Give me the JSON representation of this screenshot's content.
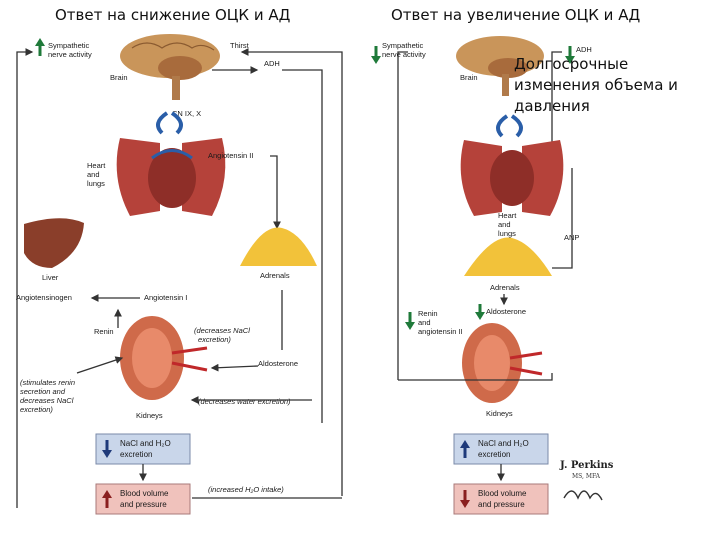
{
  "headers": {
    "left": "Ответ на снижение ОЦК и АД",
    "right": "Ответ на увеличение ОЦК и АД"
  },
  "left_panel": {
    "sympathetic": [
      "Sympathetic",
      "nerve activity"
    ],
    "thirst": "Thirst",
    "adh": "ADH",
    "brain": "Brain",
    "cn": "CN IX, X",
    "angiotensin_ii": "Angiotensin II",
    "heart_lungs": [
      "Heart",
      "and",
      "lungs"
    ],
    "adrenals": "Adrenals",
    "liver": "Liver",
    "angiotensinogen": "Angiotensinogen",
    "angiotensin_i": "Angiotensin I",
    "renin": "Renin",
    "decreases_nacl": [
      "(decreases NaCl",
      "excretion)"
    ],
    "aldosterone": "Aldosterone",
    "stimulates": [
      "(stimulates renin",
      "secretion and",
      "decreases NaCl",
      "excretion)"
    ],
    "decreases_water": "(decreases water excretion)",
    "kidneys": "Kidneys",
    "nacl_box": [
      "NaCl and H₂O",
      "excretion"
    ],
    "blood_box": [
      "Blood volume",
      "and pressure"
    ],
    "increased_intake": "(increased H₂O intake)"
  },
  "right_panel": {
    "sympathetic": [
      "Sympathetic",
      "nerve activity"
    ],
    "adh": "ADH",
    "brain": "Brain",
    "heart_lungs": [
      "Heart",
      "and",
      "lungs"
    ],
    "anp": "ANP",
    "adrenals": "Adrenals",
    "aldosterone": "Aldosterone",
    "renin": [
      "Renin",
      "and",
      "angiotensin II"
    ],
    "kidneys": "Kidneys",
    "nacl_box": [
      "NaCl and H₂O",
      "excretion"
    ],
    "blood_box": [
      "Blood volume",
      "and pressure"
    ],
    "signature": "J. Perkins",
    "signature_sub": "MS, MFA"
  },
  "note": "Долгосрочные изменения объема и давления",
  "colors": {
    "arrow_up": "#1f7a3a",
    "arrow_down": "#1f7a3a",
    "box_blue": "#c9d6ea",
    "box_red": "#f0c2bc",
    "adrenal": "#f2c23a",
    "brain": "#c9955a",
    "heart": "#b5423a",
    "kidney": "#cf6a4a"
  },
  "icons": {
    "up": "arrow-up-icon",
    "down": "arrow-down-icon"
  }
}
